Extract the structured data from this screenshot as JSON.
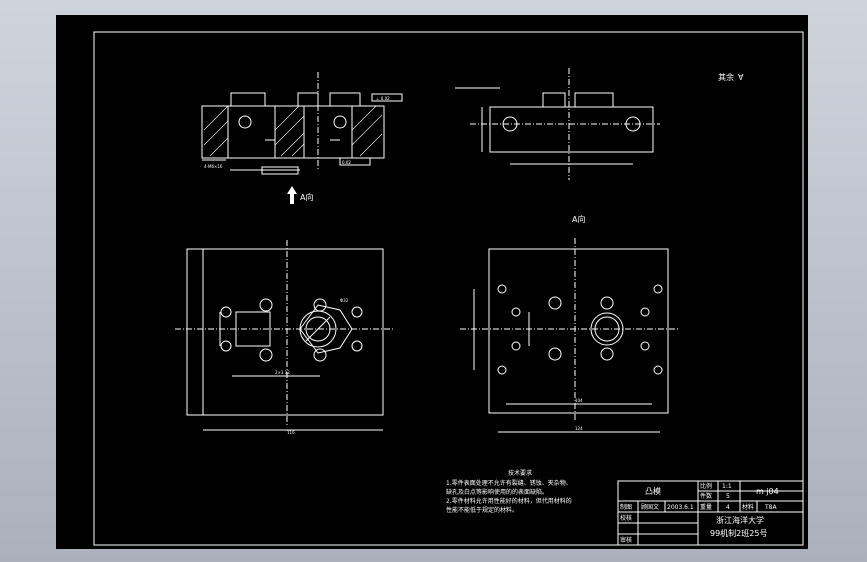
{
  "drawing": {
    "view_label": "A向",
    "view_arrow_label": "A向",
    "roughness_note": "其余",
    "roughness_symbol": "∀",
    "dimensions": {
      "left_plan_width": "116",
      "right_plan_inner": "104",
      "right_plan_width": "124",
      "left_plan_hole_pitch": "2×3 12",
      "left_plan_dia": "Φ32"
    },
    "callouts": {
      "section_gdt": "⊥ 0.02",
      "section_tol": "0.02",
      "side_thread": "4-M6×16"
    },
    "tech_requirements": {
      "title": "技术要求",
      "line1": "1.零件表面处理不允许有裂缝、锈蚀、夹杂物、",
      "line2": "  缺孔及白点等影响使用的的表面缺陷。",
      "line3": "2.零件材料允许用性能好的材料，但代用材料的",
      "line4": "  性能不能低于规定的材料。"
    },
    "title_block": {
      "part_name": "凸模",
      "scale_label": "比例",
      "scale_value": "1:1",
      "drawing_no": "m j04",
      "qty_label": "件数",
      "qty_value": "5",
      "weight_label": "重量",
      "weight_value": "4",
      "material_label": "材料",
      "material_value": "T8A",
      "drawn_label": "制图",
      "drawn_name": "顾国文",
      "drawn_date": "2003.6.1",
      "check_label": "校核",
      "approve_label": "审核",
      "school": "浙江海洋大学",
      "class_info": "99机制2班25号"
    }
  }
}
